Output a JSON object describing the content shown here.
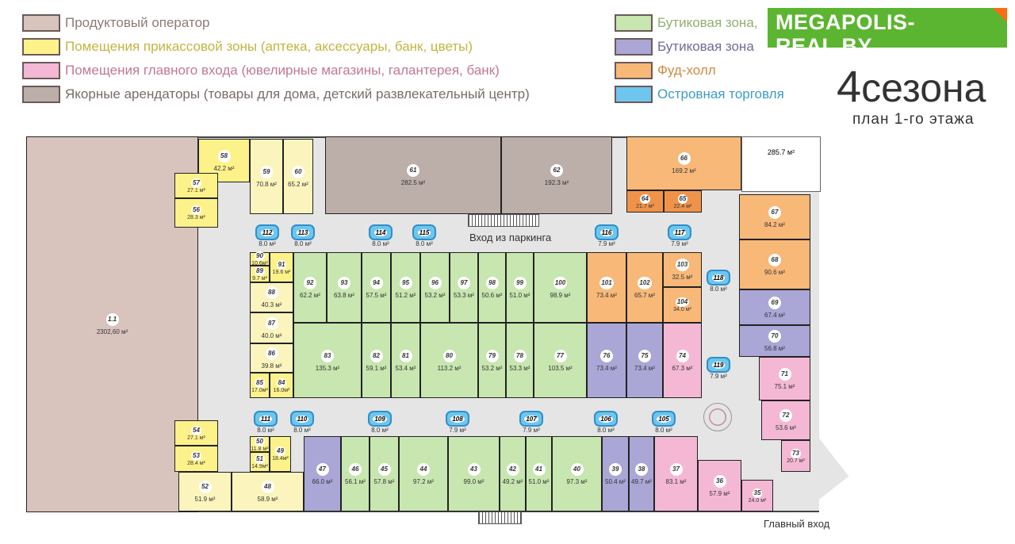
{
  "legend_left": [
    {
      "label": "Продуктовый оператор",
      "color": "#d9c3bd",
      "text_color": "#8c7b78"
    },
    {
      "label": "Помещения прикассовой зоны (аптека, аксессуары, банк, цветы)",
      "color": "#fdf28a",
      "text_color": "#c2b540"
    },
    {
      "label": "Помещения главного входа (ювелирные магазины, галантерея, банк)",
      "color": "#f4b8d4",
      "text_color": "#c07896"
    },
    {
      "label": "Якорные арендаторы (товары для дома, детский развлекательный центр)",
      "color": "#bcaea9",
      "text_color": "#7a6c68"
    }
  ],
  "legend_right": [
    {
      "label": "Бутиковая зона,",
      "color": "#c8e6b0",
      "text_color": "#8fb070"
    },
    {
      "label": "Бутиковая зона",
      "color": "#aaa6d6",
      "text_color": "#6f6a9c"
    },
    {
      "label": "Фуд-холл",
      "color": "#f8b878",
      "text_color": "#d08a40"
    },
    {
      "label": "Островная торговля",
      "color": "#6ec6ee",
      "text_color": "#3c9cc8"
    }
  ],
  "logo": {
    "title": "MEGAPOLIS-REAL.BY",
    "subtitle": "портал о коммерческой недвижимости в Беларуси"
  },
  "brand": {
    "number": "4",
    "name": "сезона",
    "subtitle": "план 1-го этажа"
  },
  "labels": {
    "parking_entrance": "Вход из паркинга",
    "main_entrance": "Главный вход",
    "terrace_area": "285.7 м²"
  },
  "zone_colors": {
    "grocery": "#d9c3bd",
    "checkout": "#fdf28a",
    "checkout_light": "#fbf5bd",
    "entrance": "#f4b8d4",
    "anchor": "#bcaea9",
    "boutique_green": "#c8e6b0",
    "boutique_purple": "#aaa6d6",
    "food": "#f8b878",
    "food_dark": "#f0934a"
  },
  "rooms": [
    {
      "n": "1.1",
      "a": "2302,60 м²",
      "z": "grocery"
    },
    {
      "n": "58",
      "a": "42.2 м²",
      "z": "checkout"
    },
    {
      "n": "59",
      "a": "70.8 м²",
      "z": "checkout_light"
    },
    {
      "n": "60",
      "a": "65.2 м²",
      "z": "checkout_light"
    },
    {
      "n": "57",
      "a": "27.1 м²",
      "z": "checkout"
    },
    {
      "n": "56",
      "a": "28.3 м²",
      "z": "checkout"
    },
    {
      "n": "61",
      "a": "282.5 м²",
      "z": "anchor"
    },
    {
      "n": "62",
      "a": "192.3 м²",
      "z": "anchor"
    },
    {
      "n": "66",
      "a": "169.2 м²",
      "z": "food"
    },
    {
      "n": "64",
      "a": "21.7 м²",
      "z": "food_dark"
    },
    {
      "n": "65",
      "a": "22.4 м²",
      "z": "food_dark"
    },
    {
      "n": "67",
      "a": "84.2 м²",
      "z": "food"
    },
    {
      "n": "68",
      "a": "90.6 м²",
      "z": "food"
    },
    {
      "n": "69",
      "a": "67.4 м²",
      "z": "boutique_purple"
    },
    {
      "n": "70",
      "a": "56.8 м²",
      "z": "boutique_purple"
    },
    {
      "n": "71",
      "a": "75.1 м²",
      "z": "entrance"
    },
    {
      "n": "72",
      "a": "53.6 м²",
      "z": "entrance"
    },
    {
      "n": "73",
      "a": "20.7 м²",
      "z": "entrance"
    },
    {
      "n": "90",
      "a": "10.6м²",
      "z": "checkout"
    },
    {
      "n": "89",
      "a": "9.7 м²",
      "z": "checkout"
    },
    {
      "n": "91",
      "a": "19.6 м²",
      "z": "checkout"
    },
    {
      "n": "88",
      "a": "40.3 м²",
      "z": "checkout_light"
    },
    {
      "n": "87",
      "a": "40.0 м²",
      "z": "checkout_light"
    },
    {
      "n": "86",
      "a": "39.8 м²",
      "z": "checkout_light"
    },
    {
      "n": "85",
      "a": "17.0м²",
      "z": "checkout"
    },
    {
      "n": "84",
      "a": "16.0м²",
      "z": "checkout"
    },
    {
      "n": "92",
      "a": "62.2 м²",
      "z": "boutique_green"
    },
    {
      "n": "93",
      "a": "63.8 м²",
      "z": "boutique_green"
    },
    {
      "n": "94",
      "a": "57.5 м²",
      "z": "boutique_green"
    },
    {
      "n": "95",
      "a": "51.2 м²",
      "z": "boutique_green"
    },
    {
      "n": "96",
      "a": "53.2 м²",
      "z": "boutique_green"
    },
    {
      "n": "97",
      "a": "53.3 м²",
      "z": "boutique_green"
    },
    {
      "n": "98",
      "a": "50.6 м²",
      "z": "boutique_green"
    },
    {
      "n": "99",
      "a": "51.0 м²",
      "z": "boutique_green"
    },
    {
      "n": "100",
      "a": "98.9 м²",
      "z": "boutique_green"
    },
    {
      "n": "83",
      "a": "135.3 м²",
      "z": "boutique_green"
    },
    {
      "n": "82",
      "a": "59.1 м²",
      "z": "boutique_green"
    },
    {
      "n": "81",
      "a": "53.4 м²",
      "z": "boutique_green"
    },
    {
      "n": "80",
      "a": "113.2 м²",
      "z": "boutique_green"
    },
    {
      "n": "79",
      "a": "53.2 м²",
      "z": "boutique_green"
    },
    {
      "n": "78",
      "a": "53.3 м²",
      "z": "boutique_green"
    },
    {
      "n": "77",
      "a": "103.5 м²",
      "z": "boutique_green"
    },
    {
      "n": "101",
      "a": "73.4 м²",
      "z": "food"
    },
    {
      "n": "102",
      "a": "65.7 м²",
      "z": "food"
    },
    {
      "n": "103",
      "a": "32.5 м²",
      "z": "food"
    },
    {
      "n": "104",
      "a": "34.0 м²",
      "z": "food"
    },
    {
      "n": "76",
      "a": "73.4 м²",
      "z": "boutique_purple"
    },
    {
      "n": "75",
      "a": "73.4 м²",
      "z": "boutique_purple"
    },
    {
      "n": "74",
      "a": "67.3 м²",
      "z": "entrance"
    },
    {
      "n": "54",
      "a": "27.1 м²",
      "z": "checkout"
    },
    {
      "n": "53",
      "a": "28.4 м²",
      "z": "checkout"
    },
    {
      "n": "52",
      "a": "51.9 м²",
      "z": "checkout_light"
    },
    {
      "n": "48",
      "a": "58.9 м²",
      "z": "checkout_light"
    },
    {
      "n": "50",
      "a": "11.8 м²",
      "z": "checkout"
    },
    {
      "n": "51",
      "a": "14.9м²",
      "z": "checkout"
    },
    {
      "n": "49",
      "a": "18.4м²",
      "z": "checkout"
    },
    {
      "n": "47",
      "a": "66.0 м²",
      "z": "boutique_purple"
    },
    {
      "n": "46",
      "a": "56.1 м²",
      "z": "boutique_green"
    },
    {
      "n": "45",
      "a": "57.8 м²",
      "z": "boutique_green"
    },
    {
      "n": "44",
      "a": "97.2 м²",
      "z": "boutique_green"
    },
    {
      "n": "43",
      "a": "99.0 м²",
      "z": "boutique_green"
    },
    {
      "n": "42",
      "a": "49.2 м²",
      "z": "boutique_green"
    },
    {
      "n": "41",
      "a": "51.0 м²",
      "z": "boutique_green"
    },
    {
      "n": "40",
      "a": "97.3 м²",
      "z": "boutique_green"
    },
    {
      "n": "39",
      "a": "50.4 м²",
      "z": "boutique_purple"
    },
    {
      "n": "38",
      "a": "49.7 м²",
      "z": "boutique_purple"
    },
    {
      "n": "37",
      "a": "83.1 м²",
      "z": "entrance"
    },
    {
      "n": "36",
      "a": "57.9 м²",
      "z": "entrance"
    },
    {
      "n": "35",
      "a": "24.0 м²",
      "z": "entrance"
    }
  ],
  "islands": [
    {
      "n": "112",
      "a": "8.0 м²"
    },
    {
      "n": "113",
      "a": "8.0 м²"
    },
    {
      "n": "114",
      "a": "8.0 м²"
    },
    {
      "n": "115",
      "a": "8.0 м²"
    },
    {
      "n": "116",
      "a": "7.9 м²"
    },
    {
      "n": "117",
      "a": "7.9 м²"
    },
    {
      "n": "118",
      "a": "8.0 м²"
    },
    {
      "n": "119",
      "a": "7.9 м²"
    },
    {
      "n": "111",
      "a": "8.0 м²"
    },
    {
      "n": "110",
      "a": "8.0 м²"
    },
    {
      "n": "109",
      "a": "8.0 м²"
    },
    {
      "n": "108",
      "a": "7.9 м²"
    },
    {
      "n": "107",
      "a": "7.9 м²"
    },
    {
      "n": "106",
      "a": "8.0 м²"
    },
    {
      "n": "105",
      "a": "8.0 м²"
    }
  ]
}
